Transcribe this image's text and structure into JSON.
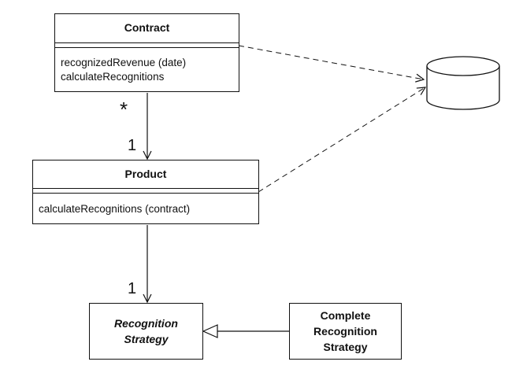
{
  "contract": {
    "name": "Contract",
    "methods": [
      "recognizedRevenue (date)",
      "calculateRecognitions"
    ]
  },
  "product": {
    "name": "Product",
    "methods": [
      "calculateRecognitions (contract)"
    ]
  },
  "recognition_strategy": {
    "name_line1": "Recognition",
    "name_line2": "Strategy"
  },
  "complete_recognition_strategy": {
    "name_line1": "Complete",
    "name_line2": "Recognition",
    "name_line3": "Strategy"
  },
  "multiplicities": {
    "contract_end": "*",
    "product_end": "1",
    "strategy_end": "1"
  }
}
